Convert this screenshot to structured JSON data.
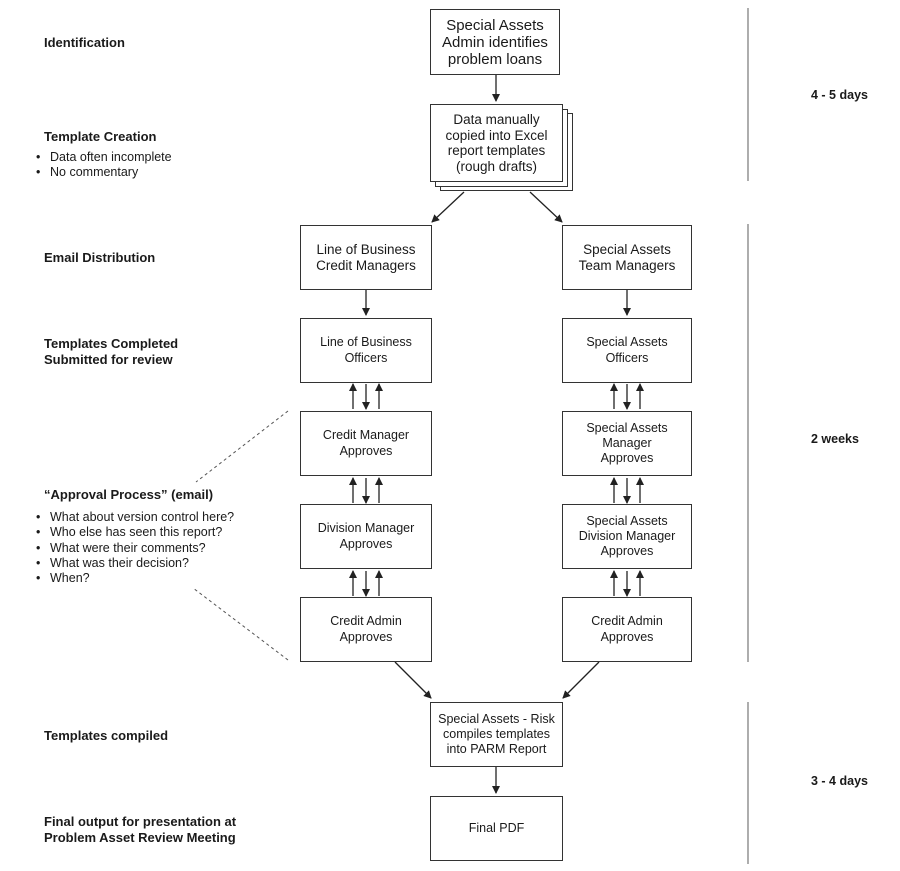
{
  "left_labels": {
    "identification": "Identification",
    "template_creation": "Template Creation",
    "template_creation_bullets": [
      "Data often incomplete",
      "No commentary"
    ],
    "email_distribution": "Email Distribution",
    "templates_completed": "Templates Completed\nSubmitted for review",
    "approval_process": "“Approval Process” (email)",
    "approval_bullets": [
      "What about version control here?",
      "Who else has seen this report?",
      "What were their comments?",
      "What was their decision?",
      "When?"
    ],
    "templates_compiled": "Templates compiled",
    "final_output": "Final output for presentation at\nProblem Asset Review Meeting"
  },
  "boxes": {
    "special_assets_admin": "Special Assets\nAdmin identifies\nproblem loans",
    "data_copied": "Data manually\ncopied into Excel\nreport templates\n(rough drafts)",
    "lob_credit_managers": "Line of Business\nCredit Managers",
    "sa_team_managers": "Special Assets\nTeam Managers",
    "lob_officers": "Line of Business\nOfficers",
    "sa_officers": "Special Assets\nOfficers",
    "credit_manager_approves": "Credit Manager\nApproves",
    "sa_manager_approves": "Special Assets\nManager\nApproves",
    "division_manager_approves": "Division Manager\nApproves",
    "sa_division_manager_approves": "Special Assets\nDivision Manager\nApproves",
    "credit_admin_left": "Credit Admin\nApproves",
    "credit_admin_right": "Credit Admin\nApproves",
    "sa_risk_compiles": "Special Assets - Risk\ncompiles templates\ninto PARM Report",
    "final_pdf": "Final PDF"
  },
  "durations": {
    "phase1": "4 - 5 days",
    "phase2": "2 weeks",
    "phase3": "3 - 4 days"
  }
}
